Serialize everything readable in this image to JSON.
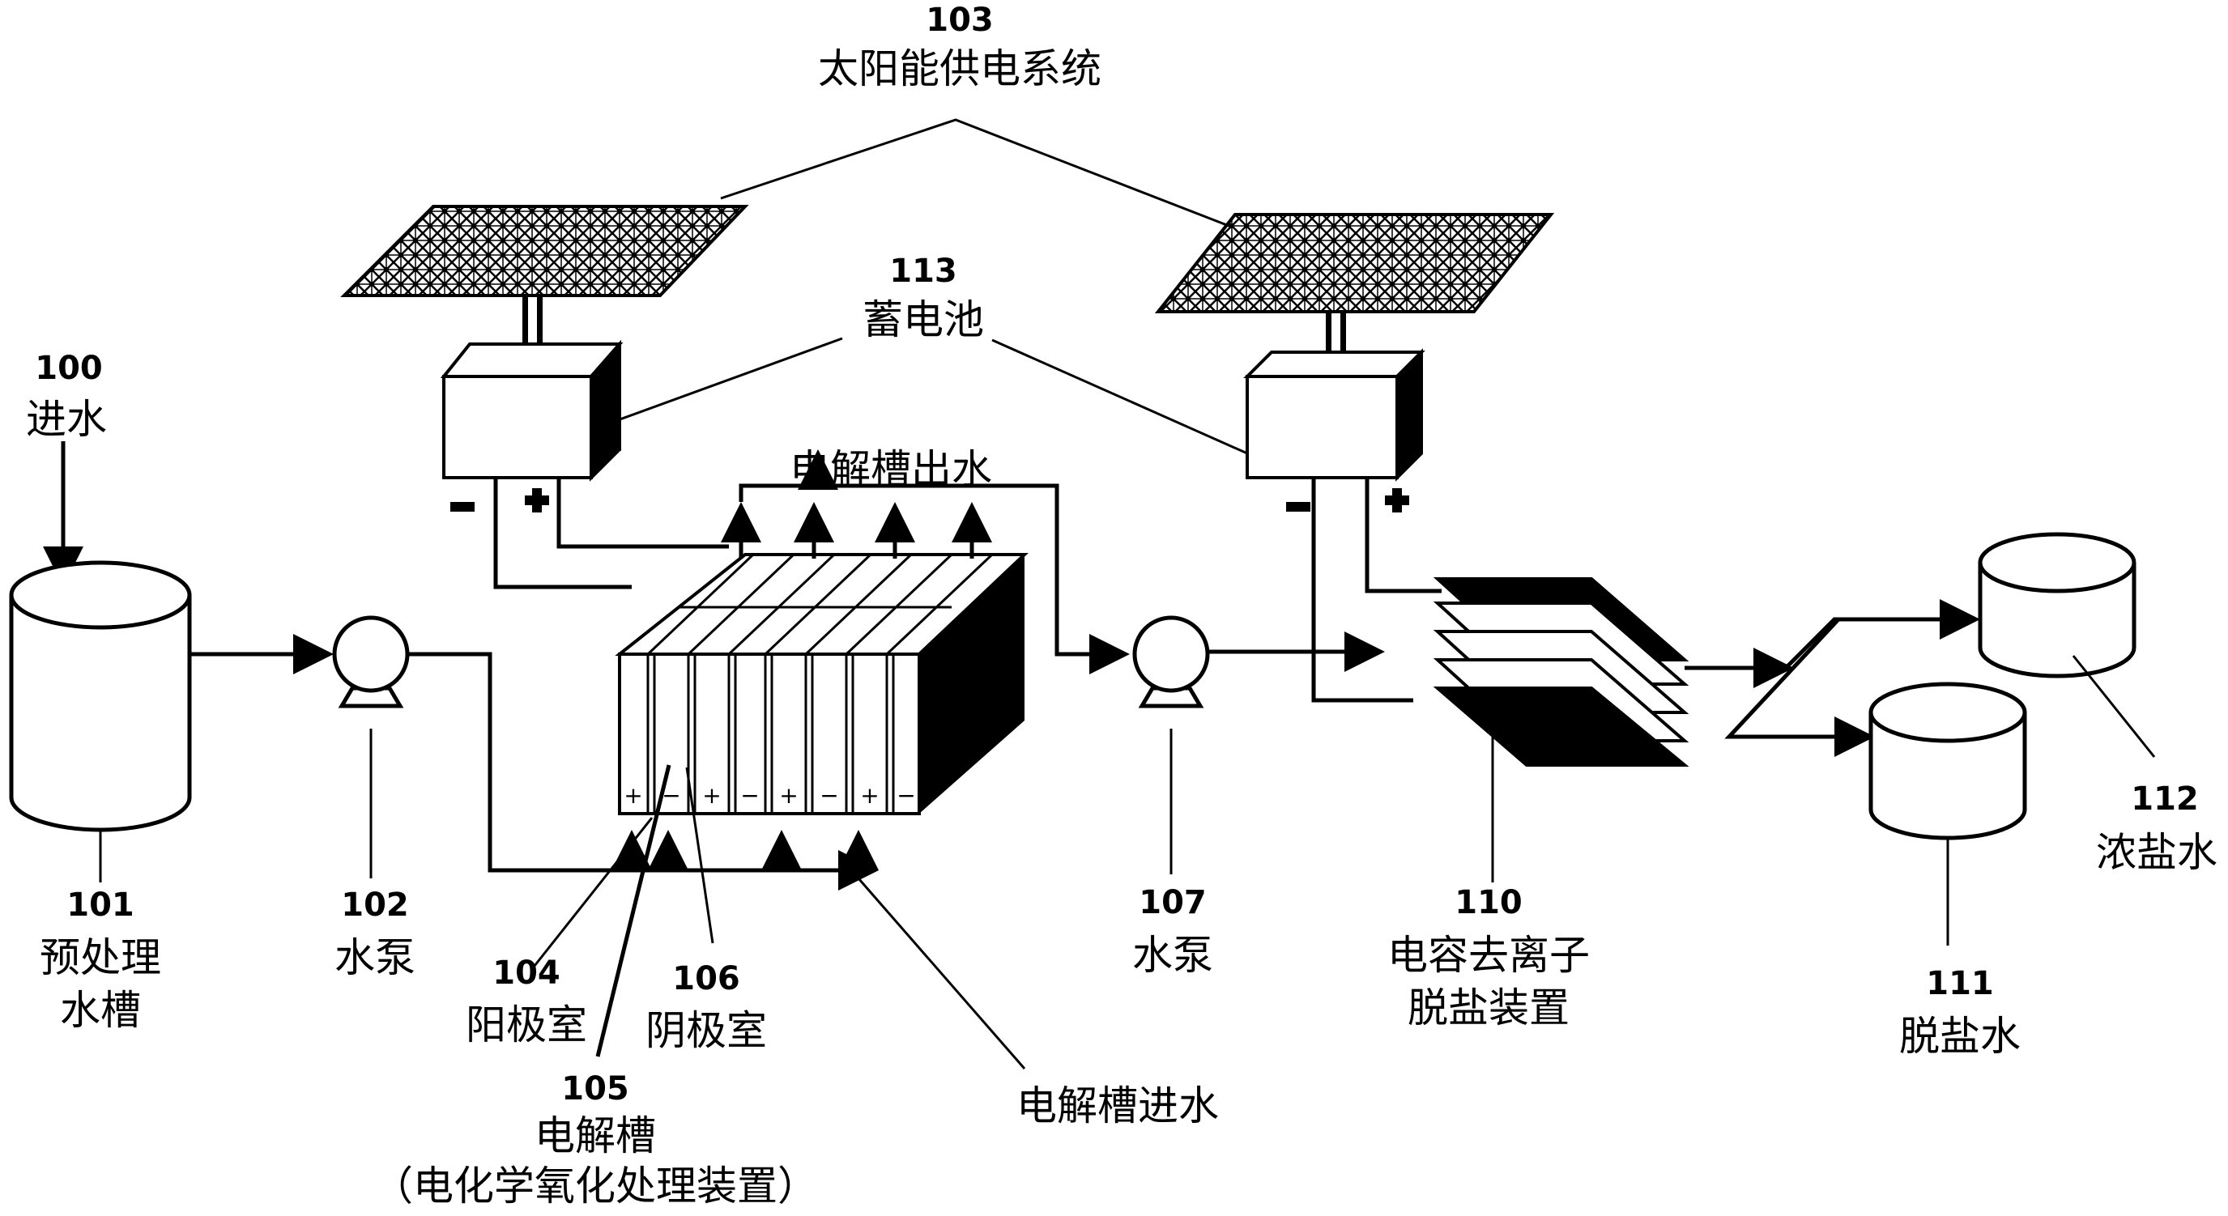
{
  "labels": {
    "inlet_num": "100",
    "inlet": "进水",
    "pretank_num": "101",
    "pretank_1": "预处理",
    "pretank_2": "水槽",
    "pump1_num": "102",
    "pump1": "水泵",
    "solar_num": "103",
    "solar": "太阳能供电系统",
    "battery_num": "113",
    "battery": "蓄电池",
    "anode_num": "104",
    "anode": "阳极室",
    "cell_num": "105",
    "cell": "电解槽",
    "cell_note": "（电化学氧化处理装置）",
    "cathode_num": "106",
    "cathode": "阴极室",
    "cell_out": "电解槽出水",
    "cell_in": "电解槽进水",
    "pump2_num": "107",
    "pump2": "水泵",
    "cdi_num": "110",
    "cdi_1": "电容去离子",
    "cdi_2": "脱盐装置",
    "desal_num": "111",
    "desal": "脱盐水",
    "brine_num": "112",
    "brine": "浓盐水"
  },
  "cell_signs": [
    "+",
    "−",
    "+",
    "−",
    "+",
    "−",
    "+",
    "−"
  ]
}
